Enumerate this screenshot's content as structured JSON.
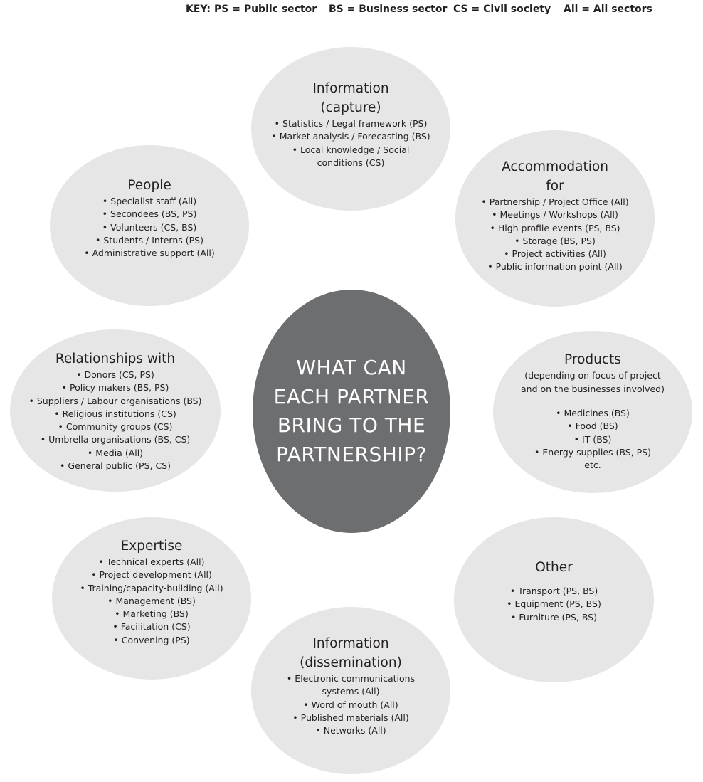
{
  "key": {
    "label": "KEY:",
    "entries": [
      "PS = Public sector",
      "BS = Business sector",
      "CS = Civil society",
      "All = All sectors"
    ]
  },
  "center": {
    "lines": [
      "WHAT CAN",
      "EACH PARTNER",
      "BRING TO THE",
      "PARTNERSHIP?"
    ]
  },
  "bubbles": {
    "info_capture": {
      "title": [
        "Information",
        "(capture)"
      ],
      "items": [
        "Statistics / Legal framework (PS)",
        "Market analysis / Forecasting (BS)",
        "Local knowledge / Social",
        "conditions (CS)"
      ]
    },
    "people": {
      "title": [
        "People"
      ],
      "items": [
        "Specialist staff (All)",
        "Secondees (BS, PS)",
        "Volunteers (CS, BS)",
        "Students / Interns (PS)",
        "Administrative support (All)"
      ]
    },
    "accommodation": {
      "title": [
        "Accommodation",
        "for"
      ],
      "items": [
        "Partnership / Project Office (All)",
        "Meetings / Workshops (All)",
        "High profile events (PS, BS)",
        "Storage (BS, PS)",
        "Project activities (All)",
        "Public information point (All)"
      ]
    },
    "relationships": {
      "title": [
        "Relationships with"
      ],
      "items": [
        "Donors (CS, PS)",
        "Policy makers (BS, PS)",
        "Suppliers / Labour organisations (BS)",
        "Religious institutions (CS)",
        "Community groups (CS)",
        "Umbrella organisations (BS, CS)",
        "Media (All)",
        "General public (PS, CS)"
      ]
    },
    "products": {
      "title": [
        "Products"
      ],
      "subtitle": [
        "(depending on focus of project",
        "and on the businesses involved)"
      ],
      "items": [
        "Medicines (BS)",
        "Food (BS)",
        "IT (BS)",
        "Energy supplies (BS, PS)"
      ],
      "etc": "etc."
    },
    "expertise": {
      "title": [
        "Expertise"
      ],
      "items": [
        "Technical experts (All)",
        "Project development (All)",
        "Training/capacity-building (All)",
        "Management (BS)",
        "Marketing (BS)",
        "Facilitation (CS)",
        "Convening (PS)"
      ]
    },
    "other": {
      "title": [
        "Other"
      ],
      "items": [
        "Transport (PS, BS)",
        "Equipment (PS, BS)",
        "Furniture (PS, BS)"
      ]
    },
    "info_dissemination": {
      "title": [
        "Information",
        "(dissemination)"
      ],
      "items": [
        "Electronic communications",
        "systems (All)",
        "Word of mouth (All)",
        "Published materials (All)",
        "Networks (All)"
      ]
    }
  },
  "colors": {
    "bubble": "#e6e6e6",
    "center": "#6d6e70",
    "center_text": "#ffffff",
    "text": "#231f20"
  }
}
